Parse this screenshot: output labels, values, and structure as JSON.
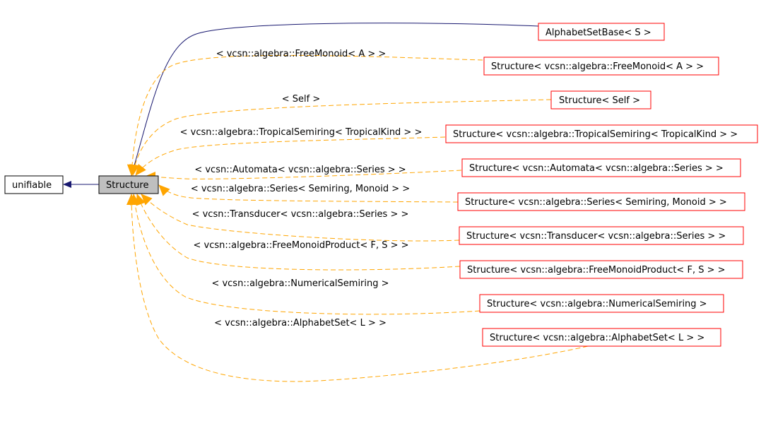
{
  "colors": {
    "inheritance_edge": "#191970",
    "template_edge": "#FFA500",
    "node_border_base": "#000000",
    "node_border_instance": "#FF0000",
    "focus_fill": "#BFBFBF"
  },
  "nodes": {
    "unifiable": "unifiable",
    "structure": "Structure",
    "alphabet_set_base": "AlphabetSetBase< S >",
    "free_monoid": "Structure< vcsn::algebra::FreeMonoid< A > >",
    "self": "Structure< Self >",
    "tropical_semiring": "Structure< vcsn::algebra::TropicalSemiring< TropicalKind > >",
    "automata": "Structure< vcsn::Automata< vcsn::algebra::Series > >",
    "series": "Structure< vcsn::algebra::Series< Semiring, Monoid > >",
    "transducer": "Structure< vcsn::Transducer< vcsn::algebra::Series > >",
    "free_monoid_product": "Structure< vcsn::algebra::FreeMonoidProduct< F, S > >",
    "numerical_semiring": "Structure< vcsn::algebra::NumericalSemiring >",
    "alphabet_set": "Structure< vcsn::algebra::AlphabetSet< L > >"
  },
  "edge_labels": {
    "free_monoid": "< vcsn::algebra::FreeMonoid< A > >",
    "self": "< Self >",
    "tropical_semiring": "< vcsn::algebra::TropicalSemiring< TropicalKind > >",
    "automata": "< vcsn::Automata< vcsn::algebra::Series > >",
    "series": "< vcsn::algebra::Series< Semiring, Monoid > >",
    "transducer": "< vcsn::Transducer< vcsn::algebra::Series > >",
    "free_monoid_product": "< vcsn::algebra::FreeMonoidProduct< F, S > >",
    "numerical_semiring": "< vcsn::algebra::NumericalSemiring >",
    "alphabet_set": "< vcsn::algebra::AlphabetSet< L > >"
  }
}
